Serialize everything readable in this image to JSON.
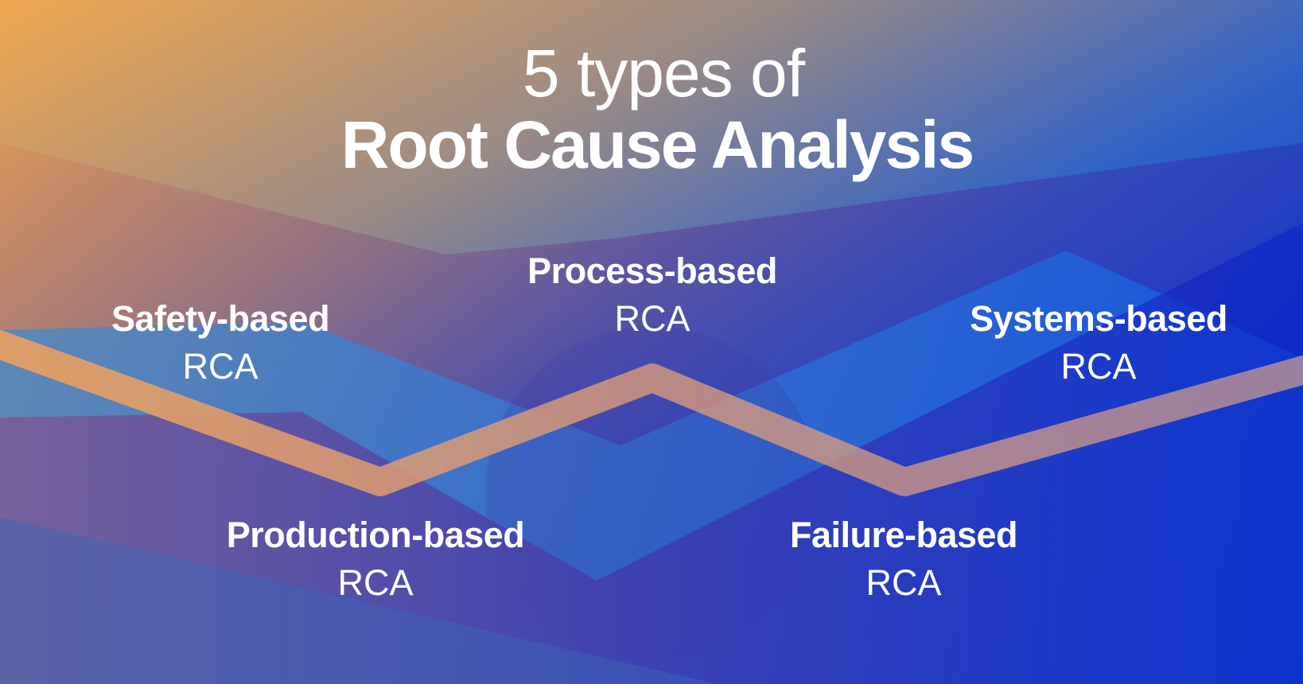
{
  "title": {
    "line1": "5 types of",
    "line2": "Root Cause Analysis"
  },
  "rca_types": [
    {
      "name": "Safety-based",
      "suffix": "RCA"
    },
    {
      "name": "Process-based",
      "suffix": "RCA"
    },
    {
      "name": "Systems-based",
      "suffix": "RCA"
    },
    {
      "name": "Production-based",
      "suffix": "RCA"
    },
    {
      "name": "Failure-based",
      "suffix": "RCA"
    }
  ],
  "colors": {
    "gradient_orange": "#efa651",
    "gradient_blue": "#0019c8",
    "mid_blue": "#1a5fd8",
    "zigzag": "#e8a068",
    "text": "#ffffff"
  }
}
